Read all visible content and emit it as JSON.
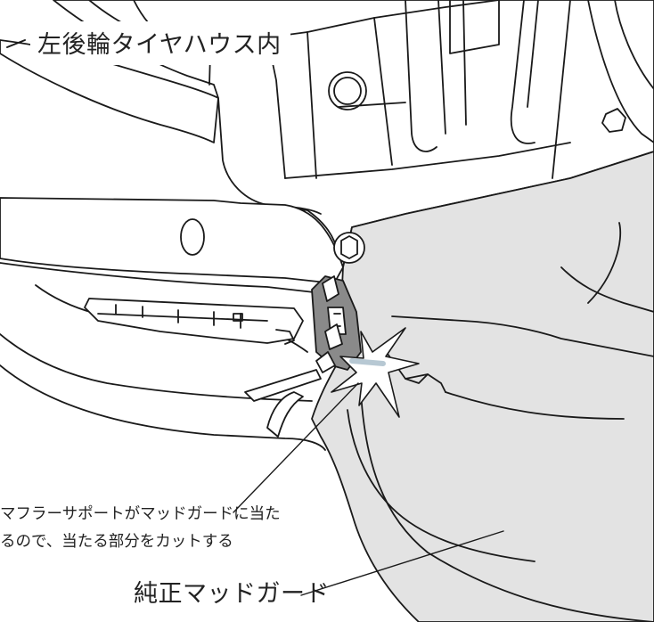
{
  "labels": {
    "title": "左後輪タイヤハウス内",
    "callout_line1": "マフラーサポートがマッドガードに当た",
    "callout_line2": "るので、当たる部分をカットする",
    "guard": "純正マッドガード"
  },
  "colors": {
    "stroke": "#1a1a1a",
    "mudguard_fill": "#e3e3e3",
    "bracket_fill": "#8a8a8a",
    "spark_fill": "#ffffff",
    "spark_glow": "#d6e3ea"
  },
  "icons": {
    "impact": "spark-icon"
  }
}
